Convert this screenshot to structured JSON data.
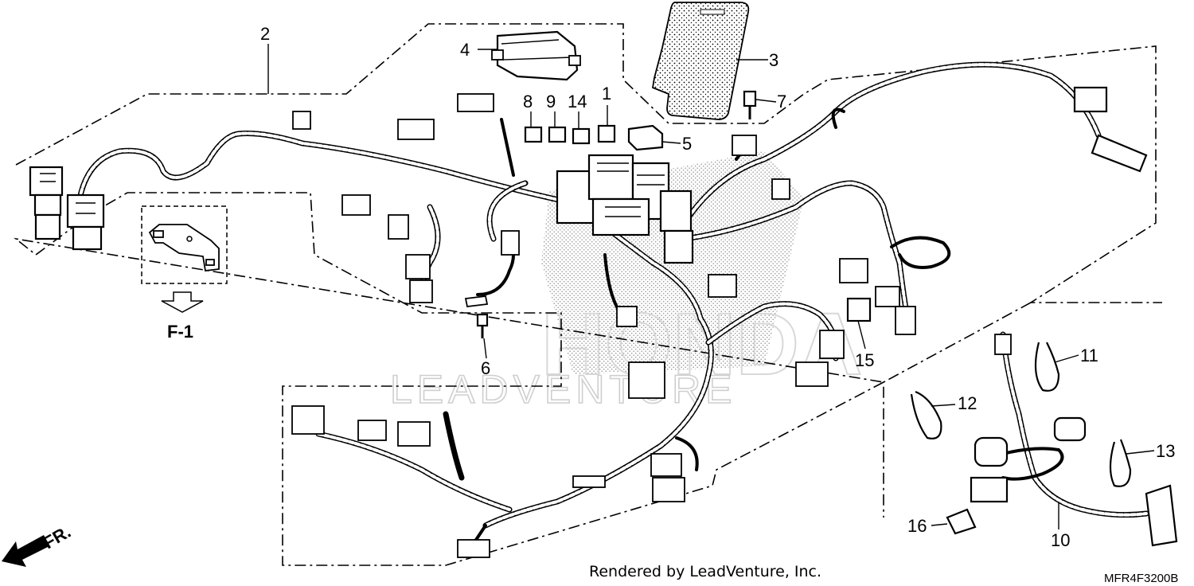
{
  "diagram": {
    "callouts": {
      "c1": "1",
      "c2": "2",
      "c3": "3",
      "c4": "4",
      "c5": "5",
      "c6": "6",
      "c7": "7",
      "c8": "8",
      "c9": "9",
      "c10": "10",
      "c11": "11",
      "c12": "12",
      "c13": "13",
      "c14": "14",
      "c15": "15",
      "c16": "16"
    },
    "view_ref": "F-1",
    "front_marker": "FR.",
    "watermark": "LEADVENTURE",
    "watermark_logo": "HONDA",
    "footer_credit": "Rendered by LeadVenture, Inc.",
    "diagram_code": "MFR4F3200B"
  },
  "colors": {
    "line": "#000000",
    "background": "#ffffff",
    "watermark": "#cfcfcf"
  },
  "icons": {
    "arrow": "down-arrow-icon",
    "front": "front-direction-arrow-icon"
  }
}
